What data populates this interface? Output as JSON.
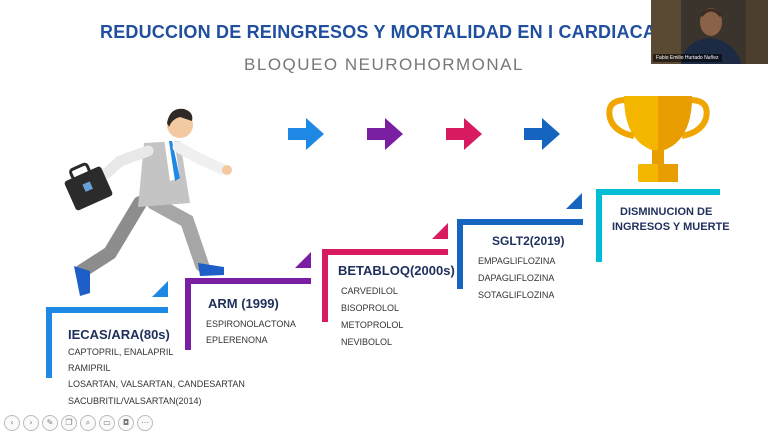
{
  "slide": {
    "title": "REDUCCION DE REINGRESOS Y MORTALIDAD EN I CARDIACA",
    "subtitle": "BLOQUEO NEUROHORMONAL"
  },
  "video": {
    "participant_name": "Fabio Emilio Hurtado Nuñez"
  },
  "steps": [
    {
      "title": "IECAS/ARA(80s)",
      "color": "#1e88e5",
      "items": [
        "CAPTOPRIL, ENALAPRIL",
        "RAMIPRIL",
        "LOSARTAN,  VALSARTAN, CANDESARTAN",
        " SACUBRITIL/VALSARTAN(2014)"
      ]
    },
    {
      "title": "ARM (1999)",
      "color": "#7b1fa2",
      "items": [
        "ESPIRONOLACTONA",
        "EPLERENONA"
      ]
    },
    {
      "title": "BETABLOQ(2000s)",
      "color": "#d81b60",
      "items": [
        "CARVEDILOL",
        "BISOPROLOL",
        "METOPROLOL",
        "NEVIBOLOL"
      ]
    },
    {
      "title": "SGLT2(2019)",
      "color": "#1565c0",
      "items": [
        "EMPAGLIFLOZINA",
        "DAPAGLIFLOZINA",
        "SOTAGLIFLOZINA"
      ]
    },
    {
      "title": "DISMINUCION DE INGRESOS Y MUERTE",
      "line1": "DISMINUCION DE",
      "line2": "INGRESOS Y MUERTE",
      "color": "#00bcd4"
    }
  ],
  "arrows": [
    {
      "color": "#1e88e5"
    },
    {
      "color": "#7b1fa2"
    },
    {
      "color": "#d81b60"
    },
    {
      "color": "#1565c0"
    }
  ],
  "icons": [
    "businessman-icon",
    "briefcase-icon",
    "trophy-icon"
  ],
  "toolbar": [
    "back",
    "forward",
    "pen",
    "copy",
    "zoom",
    "screen",
    "camera",
    "more"
  ]
}
